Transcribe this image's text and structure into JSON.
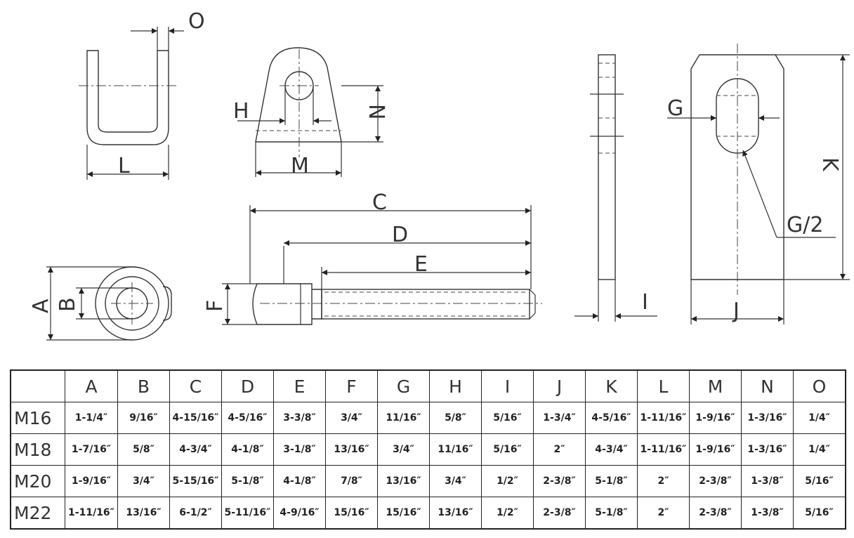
{
  "labels": {
    "A": "A",
    "B": "B",
    "C": "C",
    "D": "D",
    "E": "E",
    "F": "F",
    "G": "G",
    "G_half": "G/2",
    "H": "H",
    "I": "I",
    "J": "J",
    "K": "K",
    "L": "L",
    "M": "M",
    "N": "N",
    "O": "O"
  },
  "table": {
    "columns": [
      "A",
      "B",
      "C",
      "D",
      "E",
      "F",
      "G",
      "H",
      "I",
      "J",
      "K",
      "L",
      "M",
      "N",
      "O"
    ],
    "rows": [
      {
        "size": "M16",
        "values": [
          "1-1/4″",
          "9/16″",
          "4-15/16″",
          "4-5/16″",
          "3-3/8″",
          "3/4″",
          "11/16″",
          "5/8″",
          "5/16″",
          "1-3/4″",
          "4-5/16″",
          "1-11/16″",
          "1-9/16″",
          "1-3/16″",
          "1/4″"
        ]
      },
      {
        "size": "M18",
        "values": [
          "1-7/16″",
          "5/8″",
          "4-3/4″",
          "4-1/8″",
          "3-1/8″",
          "13/16″",
          "3/4″",
          "11/16″",
          "5/16″",
          "2″",
          "4-3/4″",
          "1-11/16″",
          "1-9/16″",
          "1-3/16″",
          "1/4″"
        ]
      },
      {
        "size": "M20",
        "values": [
          "1-9/16″",
          "3/4″",
          "5-15/16″",
          "5-1/8″",
          "4-1/8″",
          "7/8″",
          "13/16″",
          "3/4″",
          "1/2″",
          "2-3/8″",
          "5-1/8″",
          "2″",
          "2-3/8″",
          "1-3/8″",
          "5/16″"
        ]
      },
      {
        "size": "M22",
        "values": [
          "1-11/16″",
          "13/16″",
          "6-1/2″",
          "5-11/16″",
          "4-9/16″",
          "15/16″",
          "15/16″",
          "13/16″",
          "1/2″",
          "2-3/8″",
          "5-1/8″",
          "2″",
          "2-3/8″",
          "1-3/8″",
          "5/16″"
        ]
      }
    ]
  }
}
